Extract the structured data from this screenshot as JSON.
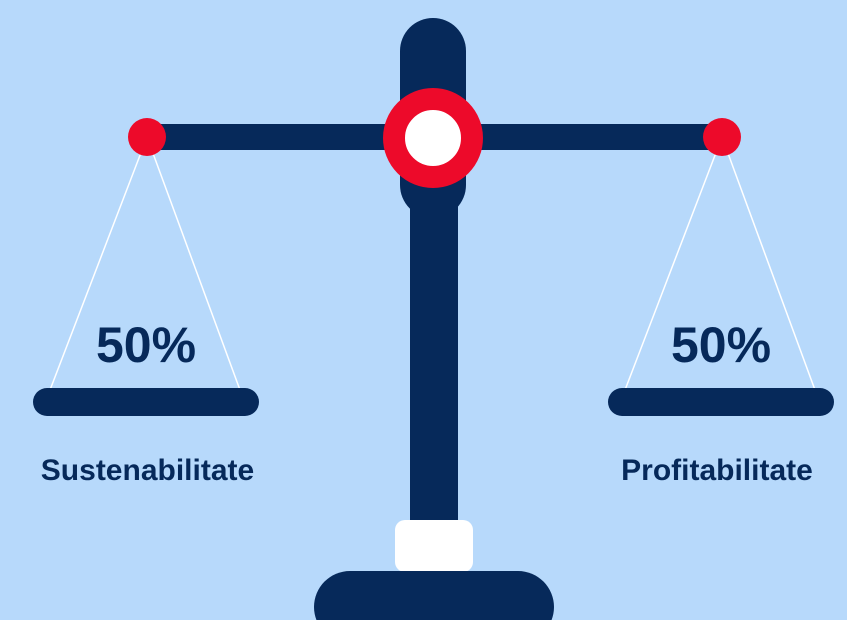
{
  "colors": {
    "background": "#B7D9FB",
    "navy": "#06295A",
    "red": "#ED0A2A",
    "white": "#FFFFFF"
  },
  "left": {
    "percent": "50%",
    "label": "Sustenabilitate"
  },
  "right": {
    "percent": "50%",
    "label": "Profitabilitate"
  }
}
